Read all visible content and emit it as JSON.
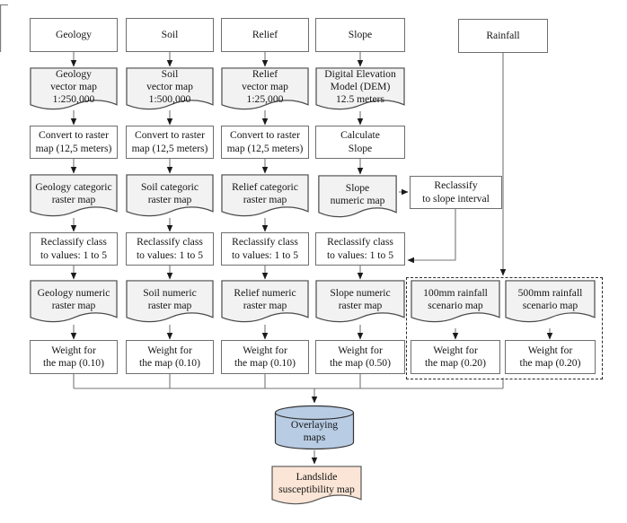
{
  "colors": {
    "doc_fill": "#f2f2f2",
    "box_fill": "#ffffff",
    "cylinder_fill": "#b8cce4",
    "result_fill": "#fbe5d6",
    "line": "#767676",
    "arrowhead": "#1a1a1a"
  },
  "columns": {
    "geology": {
      "header": "Geology",
      "vector_map": "Geology\nvector map\n1:250,000",
      "convert": "Convert to raster\nmap (12,5 meters)",
      "categoric": "Geology categoric\nraster map",
      "reclassify": "Reclassify class\nto values: 1 to 5",
      "numeric": "Geology numeric\nraster map",
      "weight": "Weight for\nthe map (0.10)"
    },
    "soil": {
      "header": "Soil",
      "vector_map": "Soil\nvector map\n1:500,000",
      "convert": "Convert to raster\nmap (12,5 meters)",
      "categoric": "Soil categoric\nraster map",
      "reclassify": "Reclassify class\nto values: 1 to 5",
      "numeric": "Soil numeric\nraster map",
      "weight": "Weight for\nthe map (0.10)"
    },
    "relief": {
      "header": "Relief",
      "vector_map": "Relief\nvector map\n1:25,000",
      "convert": "Convert to raster\nmap (12,5 meters)",
      "categoric": "Relief categoric\nraster map",
      "reclassify": "Reclassify class\nto values: 1 to 5",
      "numeric": "Relief numeric\nraster map",
      "weight": "Weight for\nthe map (0.10)"
    },
    "slope": {
      "header": "Slope",
      "dem": "Digital Elevation\nModel (DEM)\n12.5 meters",
      "calculate": "Calculate\nSlope",
      "numeric_map": "Slope\nnumeric map",
      "reclassify_interval": "Reclassify\nto slope interval",
      "reclassify": "Reclassify class\nto values: 1 to 5",
      "numeric": "Slope numeric\nraster map",
      "weight": "Weight for\nthe map (0.50)"
    },
    "rainfall": {
      "header": "Rainfall",
      "scenario_100": "100mm rainfall\nscenario map",
      "weight_100": "Weight for\nthe map (0.20)",
      "scenario_500": "500mm rainfall\nscenario map",
      "weight_500": "Weight for\nthe map (0.20)"
    }
  },
  "output": {
    "overlay": "Overlaying\nmaps",
    "result": "Landslide\nsusceptibility map"
  }
}
